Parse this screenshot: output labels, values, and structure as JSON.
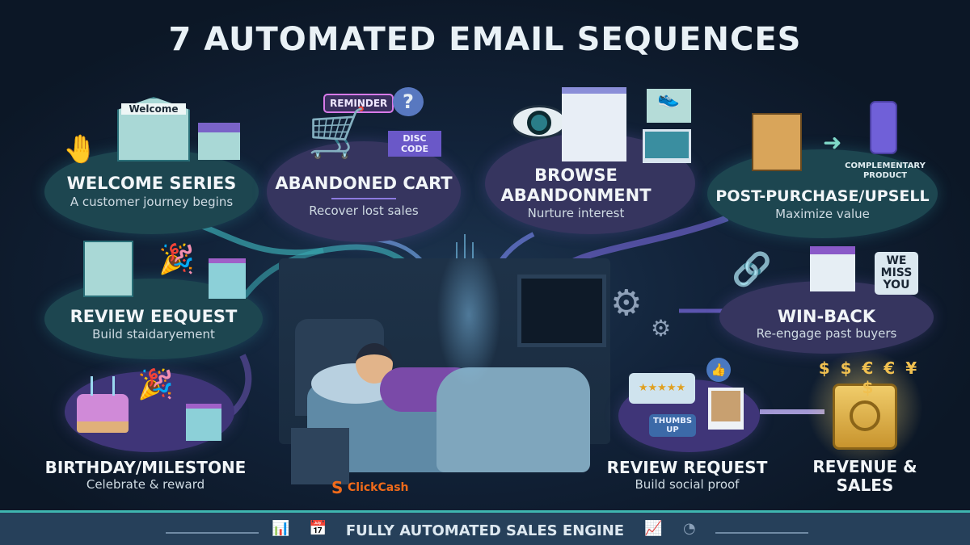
{
  "title": "7 AUTOMATED EMAIL SEQUENCES",
  "sequences": [
    {
      "title": "WELCOME SERIES",
      "subtitle": "A customer journey begins",
      "icon_text": "Welcome"
    },
    {
      "title": "ABANDONED CART",
      "subtitle": "Recover lost sales",
      "tag1": "REMINDER",
      "tag2": "DISC CODE"
    },
    {
      "title_line1": "BROWSE",
      "title_line2": "ABANDONMENT",
      "subtitle": "Nurture interest"
    },
    {
      "title": "POST-PURCHASE/UPSELL",
      "subtitle": "Maximize value",
      "tag": "COMPLEMENTARY PRODUCT"
    },
    {
      "title": "REVIEW EEQUEST",
      "subtitle": "Build staidaryement"
    },
    {
      "title": "WIN-BACK",
      "subtitle": "Re-engage past buyers",
      "tag": "WE MISS YOU"
    },
    {
      "title": "BIRTHDAY/MILESTONE",
      "subtitle": "Celebrate & reward"
    },
    {
      "title": "REVIEW REQUEST",
      "subtitle": "Build social proof",
      "tag": "THUMBS UP"
    }
  ],
  "revenue": {
    "title_line1": "REVENUE &",
    "title_line2": "SALES",
    "currency": "$ $ € € ¥ $"
  },
  "logo": "ClickCash",
  "footer": "FULLY AUTOMATED SALES ENGINE",
  "colors": {
    "background": "#0e1a2a",
    "teal": "#1d4650",
    "purple": "#36355f",
    "gold": "#e8b84a",
    "accent": "#3fb6b0"
  }
}
